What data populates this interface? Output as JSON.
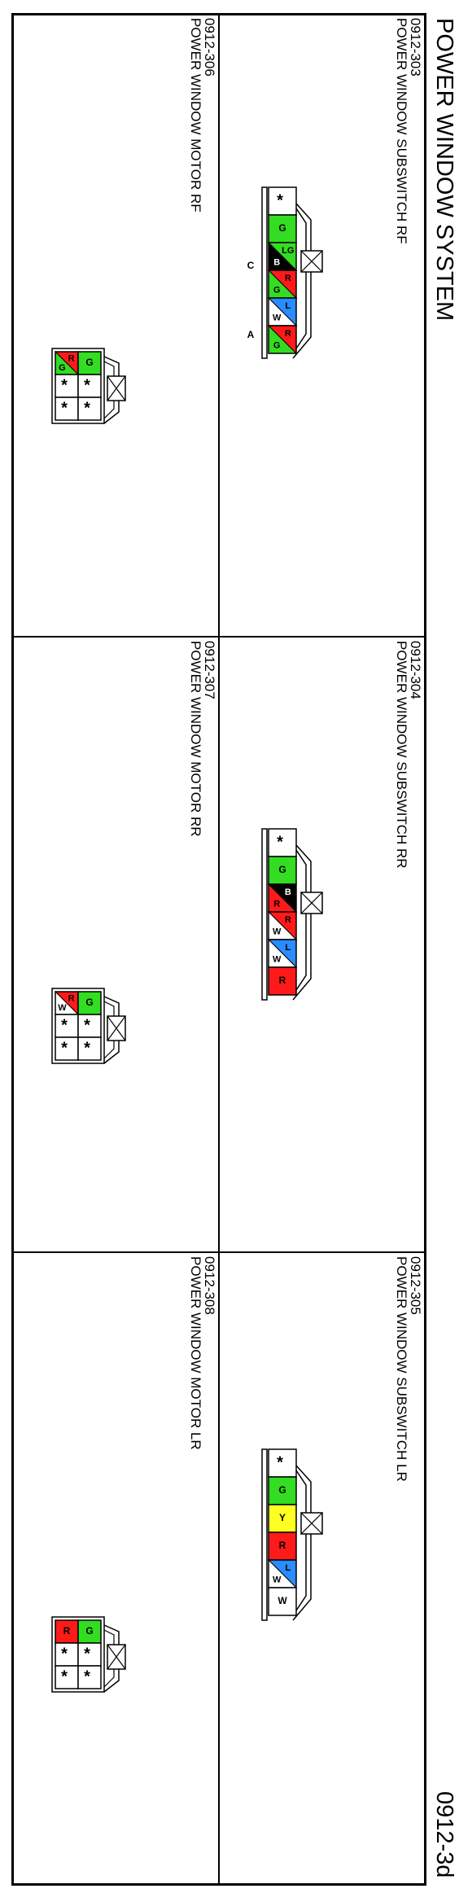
{
  "header": {
    "title": "POWER WINDOW SYSTEM",
    "page_code": "0912-3d"
  },
  "colors": {
    "G": "#33dd22",
    "R": "#ff1a1a",
    "L": "#2a8cff",
    "B": "#000000",
    "W": "#ffffff",
    "Y": "#ffff22",
    "line": "#000000"
  },
  "cells": [
    {
      "code": "0912-303",
      "name": "POWER WINDOW SUBSWITCH RF",
      "connector": {
        "pins": [
          {
            "label": "*",
            "fill": "W",
            "split": null
          },
          {
            "label": "G",
            "fill": "G",
            "split": null
          },
          {
            "label": "LG / B",
            "fill": "G",
            "split": {
              "a": "G",
              "b": "B",
              "label_a": "LG",
              "label_b": "B"
            }
          },
          {
            "label": "R / G",
            "fill": "R",
            "split": {
              "a": "R",
              "b": "G",
              "label_a": "R",
              "label_b": "G"
            }
          },
          {
            "label": "L / W",
            "fill": "L",
            "split": {
              "a": "L",
              "b": "W",
              "label_a": "L",
              "label_b": "W"
            }
          },
          {
            "label": "R / G",
            "fill": "R",
            "split": {
              "a": "R",
              "b": "G",
              "label_a": "R",
              "label_b": "G"
            }
          }
        ],
        "side_labels": [
          "C",
          "A"
        ]
      }
    },
    {
      "code": "0912-304",
      "name": "POWER WINDOW SUBSWITCH RR",
      "connector": {
        "pins": [
          {
            "label": "*",
            "fill": "W",
            "split": null
          },
          {
            "label": "G",
            "fill": "G",
            "split": null
          },
          {
            "label": "B / R",
            "fill": "B",
            "split": {
              "a": "B",
              "b": "R",
              "label_a": "B",
              "label_b": "R"
            }
          },
          {
            "label": "R / W",
            "fill": "R",
            "split": {
              "a": "R",
              "b": "W",
              "label_a": "R",
              "label_b": "W"
            }
          },
          {
            "label": "L / W",
            "fill": "L",
            "split": {
              "a": "L",
              "b": "W",
              "label_a": "L",
              "label_b": "W"
            }
          },
          {
            "label": "R",
            "fill": "R",
            "split": null
          }
        ]
      }
    },
    {
      "code": "0912-305",
      "name": "POWER WINDOW SUBSWITCH LR",
      "connector": {
        "pins": [
          {
            "label": "*",
            "fill": "W",
            "split": null
          },
          {
            "label": "G",
            "fill": "G",
            "split": null
          },
          {
            "label": "Y",
            "fill": "Y",
            "split": null
          },
          {
            "label": "R",
            "fill": "R",
            "split": null
          },
          {
            "label": "L / W",
            "fill": "L",
            "split": {
              "a": "L",
              "b": "W",
              "label_a": "L",
              "label_b": "W"
            }
          },
          {
            "label": "W",
            "fill": "W",
            "split": null
          }
        ]
      }
    },
    {
      "code": "0912-306",
      "name": "POWER WINDOW MOTOR RF",
      "motor": {
        "pins": [
          {
            "label": "R / G",
            "fill": "R",
            "split": {
              "a": "R",
              "b": "G",
              "label_a": "R",
              "label_b": "G"
            }
          },
          {
            "label": "G",
            "fill": "G",
            "split": null
          },
          {
            "label": "*",
            "fill": "W",
            "split": null
          },
          {
            "label": "*",
            "fill": "W",
            "split": null
          },
          {
            "label": "*",
            "fill": "W",
            "split": null
          },
          {
            "label": "*",
            "fill": "W",
            "split": null
          }
        ]
      }
    },
    {
      "code": "0912-307",
      "name": "POWER WINDOW MOTOR RR",
      "motor": {
        "pins": [
          {
            "label": "R / W",
            "fill": "R",
            "split": {
              "a": "R",
              "b": "W",
              "label_a": "R",
              "label_b": "W"
            }
          },
          {
            "label": "G",
            "fill": "G",
            "split": null
          },
          {
            "label": "*",
            "fill": "W",
            "split": null
          },
          {
            "label": "*",
            "fill": "W",
            "split": null
          },
          {
            "label": "*",
            "fill": "W",
            "split": null
          },
          {
            "label": "*",
            "fill": "W",
            "split": null
          }
        ]
      }
    },
    {
      "code": "0912-308",
      "name": "POWER WINDOW MOTOR LR",
      "motor": {
        "pins": [
          {
            "label": "R",
            "fill": "R",
            "split": null
          },
          {
            "label": "G",
            "fill": "G",
            "split": null
          },
          {
            "label": "*",
            "fill": "W",
            "split": null
          },
          {
            "label": "*",
            "fill": "W",
            "split": null
          },
          {
            "label": "*",
            "fill": "W",
            "split": null
          },
          {
            "label": "*",
            "fill": "W",
            "split": null
          }
        ]
      }
    }
  ]
}
